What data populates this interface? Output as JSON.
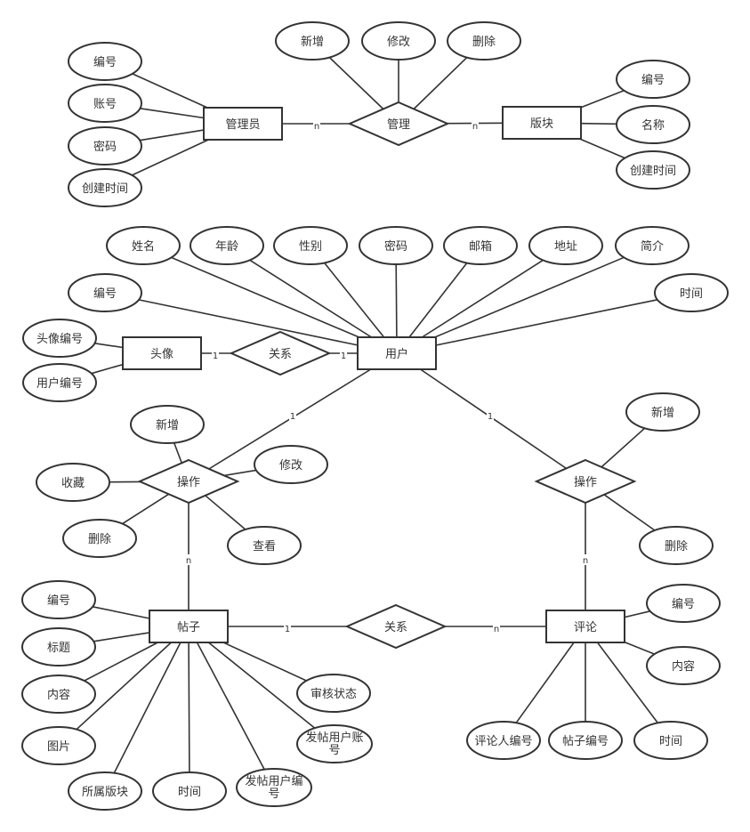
{
  "nodes": {
    "ent_admin": "管理员",
    "ent_board": "版块",
    "ent_user": "用户",
    "ent_avatar": "头像",
    "ent_post": "帖子",
    "ent_comment": "评论",
    "rel_manage": "管理",
    "rel_user_avatar": "关系",
    "rel_user_post_op": "操作",
    "rel_user_comment_op": "操作",
    "rel_post_comment": "关系",
    "a_admin_id": "编号",
    "a_admin_account": "账号",
    "a_admin_pwd": "密码",
    "a_admin_ctime": "创建时间",
    "a_manage_add": "新增",
    "a_manage_edit": "修改",
    "a_manage_del": "删除",
    "a_board_id": "编号",
    "a_board_name": "名称",
    "a_board_ctime": "创建时间",
    "a_user_name": "姓名",
    "a_user_age": "年龄",
    "a_user_gender": "性别",
    "a_user_pwd": "密码",
    "a_user_email": "邮箱",
    "a_user_addr": "地址",
    "a_user_intro": "简介",
    "a_user_id": "编号",
    "a_user_time": "时间",
    "a_avatar_id": "头像编号",
    "a_avatar_uid": "用户编号",
    "a_op1_add": "新增",
    "a_op1_edit": "修改",
    "a_op1_fav": "收藏",
    "a_op1_del": "删除",
    "a_op1_view": "查看",
    "a_op2_add": "新增",
    "a_op2_del": "删除",
    "a_post_id": "编号",
    "a_post_title": "标题",
    "a_post_content": "内容",
    "a_post_image": "图片",
    "a_post_board": "所属版块",
    "a_post_time": "时间",
    "a_post_uid": "发帖用户编号",
    "a_post_account": "发帖用户账号",
    "a_post_status": "审核状态",
    "a_cmt_id": "编号",
    "a_cmt_content": "内容",
    "a_cmt_uid": "评论人编号",
    "a_cmt_pid": "帖子编号",
    "a_cmt_time": "时间"
  },
  "cardinalities": {
    "c_admin_manage": "n",
    "c_manage_board": "n",
    "c_avatar_rel": "1",
    "c_rel_user": "1",
    "c_user_op1": "1",
    "c_user_op2": "1",
    "c_op1_post": "n",
    "c_op2_comment": "n",
    "c_post_rel": "1",
    "c_rel_comment": "n"
  }
}
